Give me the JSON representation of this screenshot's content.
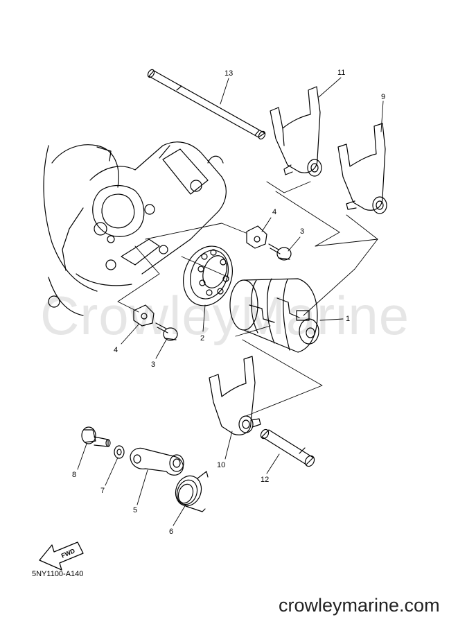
{
  "watermark_text": "CrowleyMarine",
  "diagram_code": "5NY1100-A140",
  "fwd_label": "FWD",
  "footer_site": "crowleymarine.com",
  "callouts": {
    "c13": "13",
    "c11": "11",
    "c9": "9",
    "c4a": "4",
    "c3a": "3",
    "c1": "1",
    "c2": "2",
    "c4b": "4",
    "c3b": "3",
    "c10": "10",
    "c12": "12",
    "c8": "8",
    "c7": "7",
    "c5": "5",
    "c6": "6"
  },
  "colors": {
    "line": "#000000",
    "watermark": "#e6e6e6"
  }
}
